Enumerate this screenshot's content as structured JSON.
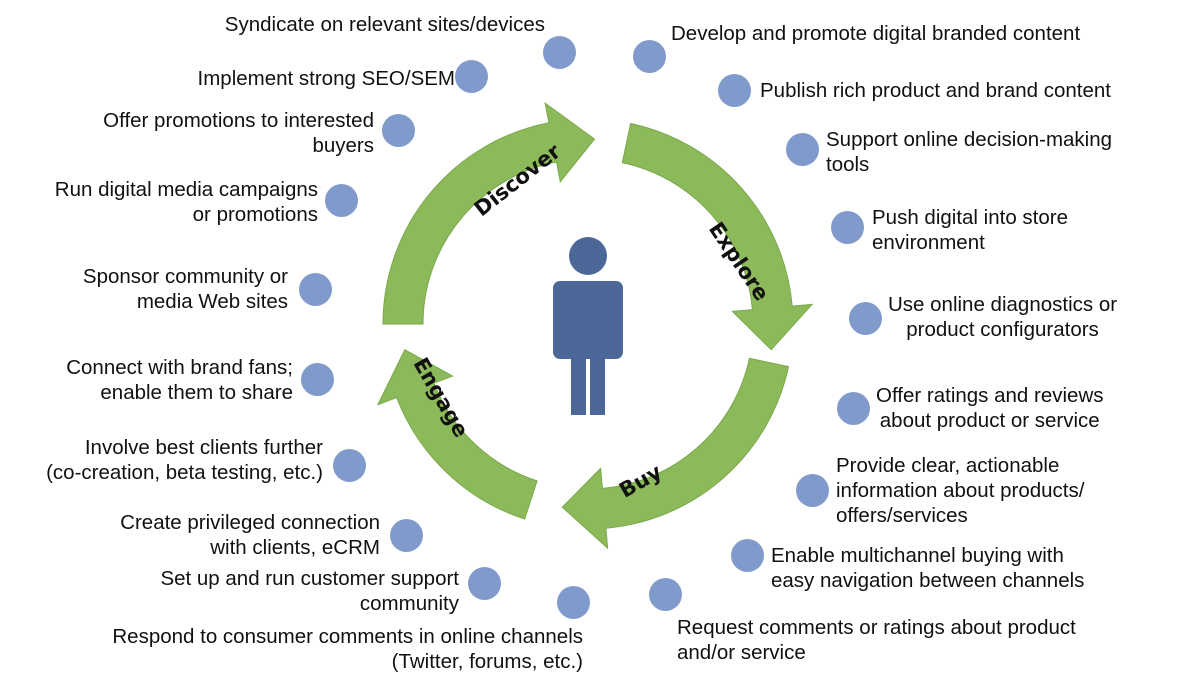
{
  "colors": {
    "arrow": "#8cba5a",
    "arrow_edge": "#7aa84b",
    "dot": "#7f9acb",
    "person": "#4a6797",
    "text": "#111111"
  },
  "cycle": {
    "stages": [
      "Discover",
      "Explore",
      "Buy",
      "Engage"
    ],
    "center_icon": "person-icon"
  },
  "items_left": [
    [
      "Syndicate on relevant sites/devices"
    ],
    [
      "Implement strong SEO/SEM"
    ],
    [
      "Offer promotions to interested",
      "buyers"
    ],
    [
      "Run digital media campaigns",
      "or promotions"
    ],
    [
      "Sponsor community or",
      "media Web sites"
    ],
    [
      "Connect with brand fans;",
      "enable them to share"
    ],
    [
      "Involve best clients further",
      "(co-creation, beta testing, etc.)"
    ],
    [
      "Create privileged connection",
      "with clients, eCRM"
    ],
    [
      "Set up and run customer support",
      "community"
    ],
    [
      "Respond to consumer comments in online channels",
      "(Twitter, forums, etc.)"
    ]
  ],
  "items_right": [
    [
      "Develop and promote digital branded content"
    ],
    [
      "Publish rich product and brand content"
    ],
    [
      "Support online decision-making",
      "tools"
    ],
    [
      "Push digital into store",
      "environment"
    ],
    [
      "Use online diagnostics or",
      "product configurators"
    ],
    [
      "Offer ratings and reviews",
      "about product or service"
    ],
    [
      "Provide clear, actionable",
      "information about products/",
      "offers/services"
    ],
    [
      "Enable multichannel buying with",
      "easy navigation between channels"
    ],
    [
      "Request comments or ratings about product",
      "and/or service"
    ]
  ]
}
